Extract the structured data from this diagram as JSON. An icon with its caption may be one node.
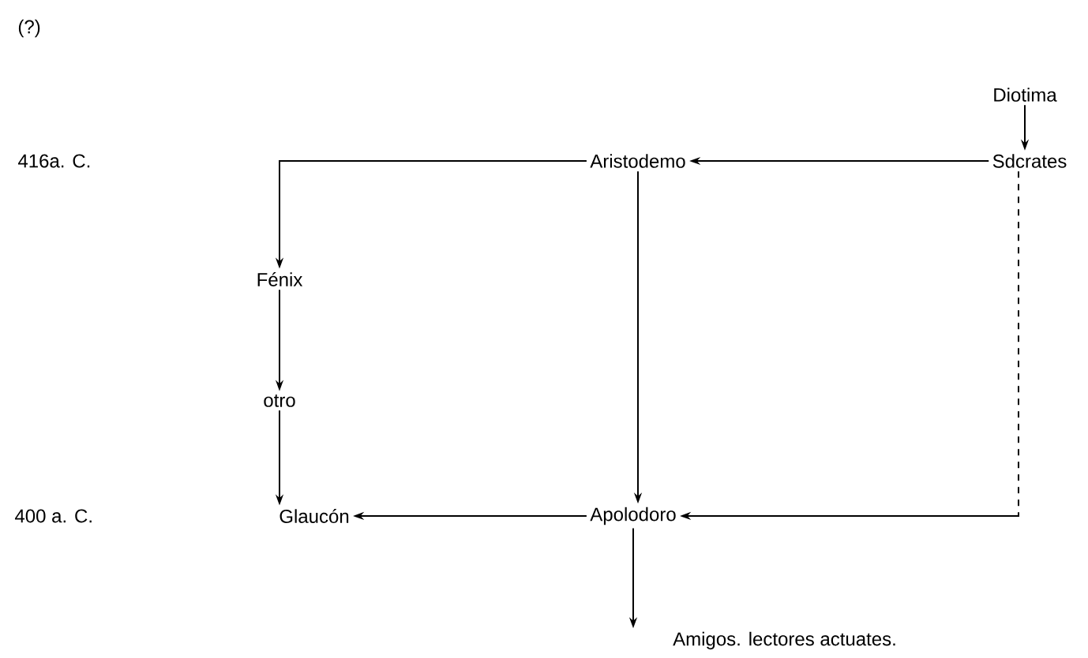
{
  "diagram": {
    "nodes": [
      {
        "text": [
          "Diotima"
        ]
      },
      {
        "text": [
          "Sdcrates"
        ]
      },
      {
        "text": [
          "Aristodemo"
        ]
      },
      {
        "text": [
          "Fénix"
        ]
      },
      {
        "text": [
          "otro"
        ]
      },
      {
        "text": [
          "Glaucón"
        ]
      },
      {
        "text": [
          "Apolodoro"
        ]
      },
      {
        "text": [
          "Amigos. lectores actuates."
        ]
      }
    ],
    "edges": [
      {
        "from": 0,
        "to": 1,
        "arrow": "to"
      },
      {
        "from": 1,
        "to": 2,
        "arrow": "to"
      },
      {
        "from": 2,
        "to": 3,
        "arrow": "to"
      },
      {
        "from": 3,
        "to": 4,
        "arrow": "to"
      },
      {
        "from": 4,
        "to": 5,
        "arrow": "to"
      },
      {
        "from": 2,
        "to": 6,
        "arrow": "to"
      },
      {
        "from": 6,
        "to": 5,
        "arrow": "to"
      },
      {
        "from": 1,
        "to": 6,
        "arrow": "to",
        "style": "dashed"
      },
      {
        "from": 6,
        "to": 7,
        "arrow": "to"
      }
    ],
    "labels": [
      "(?)",
      "416a. C.",
      "400 a. C."
    ]
  }
}
